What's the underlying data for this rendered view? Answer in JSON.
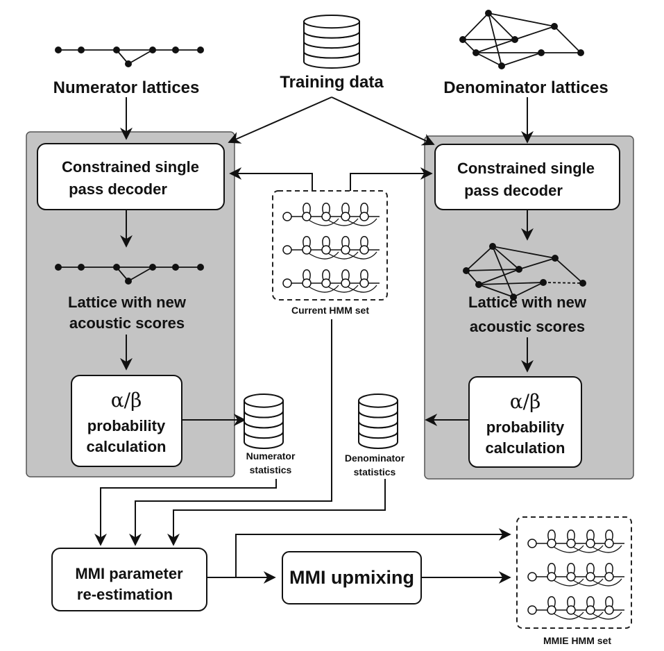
{
  "inputs": {
    "numerator_lattices": "Numerator lattices",
    "training_data": "Training data",
    "denominator_lattices": "Denominator lattices"
  },
  "left_branch": {
    "decoder": [
      "Constrained single",
      "pass decoder"
    ],
    "lattice": [
      "Lattice with new",
      "acoustic scores"
    ],
    "alpha_beta": "α/β",
    "prob": [
      "probability",
      "calculation"
    ],
    "stats": [
      "Numerator",
      "statistics"
    ]
  },
  "right_branch": {
    "decoder": [
      "Constrained single",
      "pass decoder"
    ],
    "lattice": [
      "Lattice with new",
      "acoustic scores"
    ],
    "alpha_beta": "α/β",
    "prob": [
      "probability",
      "calculation"
    ],
    "stats": [
      "Denominator",
      "statistics"
    ]
  },
  "current_hmm_set": "Current HMM set",
  "mmi_reestimation": [
    "MMI parameter",
    "re-estimation"
  ],
  "mmi_upmixing": "MMI upmixing",
  "mmie_hmm_set": "MMIE HMM set",
  "colors": {
    "panel": "#c4c4c4",
    "ink": "#111111"
  }
}
